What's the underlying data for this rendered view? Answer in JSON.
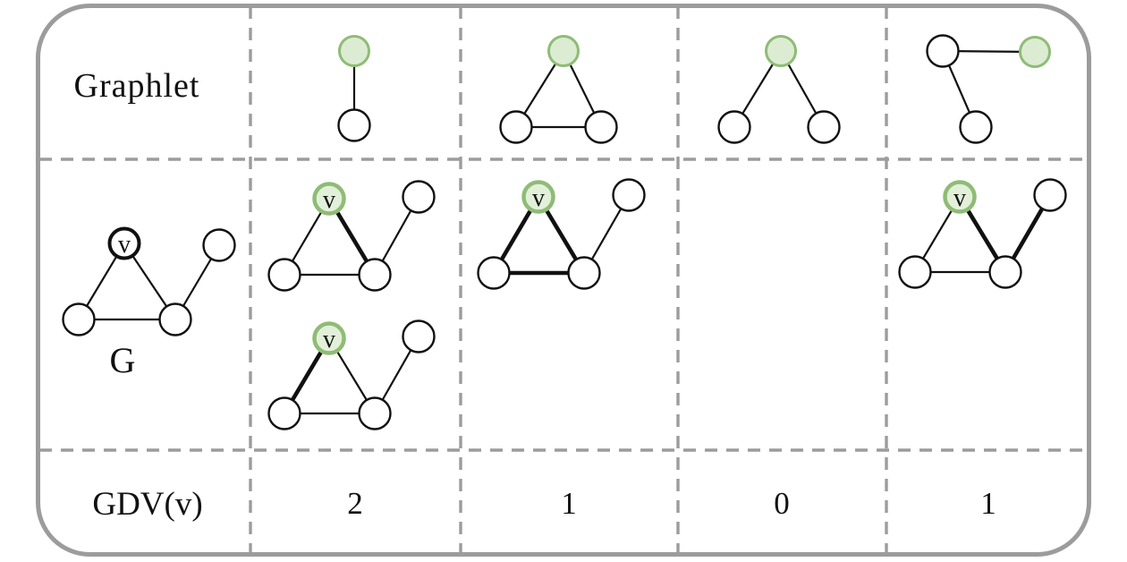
{
  "header": {
    "graphlet_label": "Graphlet"
  },
  "graph": {
    "label": "G",
    "vertex_label": "v"
  },
  "gdv": {
    "label": "GDV(v)",
    "values": [
      "2",
      "1",
      "0",
      "1"
    ]
  },
  "colors": {
    "frame_gray": "#9c9c9c",
    "graphlet_node_fill": "#dcecd3",
    "graphlet_node_stroke": "#8fbc75",
    "ink": "#111111"
  },
  "diagram_data": {
    "type": "graphlet-degree-vector-table",
    "base_graph": {
      "label": "G",
      "nodes": [
        "v",
        "bottom-left",
        "bottom-right",
        "top-right"
      ],
      "edges": [
        [
          "v",
          "bottom-left"
        ],
        [
          "v",
          "bottom-right"
        ],
        [
          "bottom-left",
          "bottom-right"
        ],
        [
          "bottom-right",
          "top-right"
        ]
      ],
      "marked_vertex": "v"
    },
    "columns": [
      {
        "graphlet": "single edge, counted node highlighted",
        "instances_shown": 2,
        "highlighted_edges": [
          [
            "v",
            "bottom-right"
          ],
          [
            "v",
            "bottom-left"
          ]
        ],
        "gdv_value": "2"
      },
      {
        "graphlet": "triangle, counted node at apex",
        "instances_shown": 1,
        "highlighted_edges": [
          [
            "v",
            "bottom-left"
          ],
          [
            "v",
            "bottom-right"
          ],
          [
            "bottom-left",
            "bottom-right"
          ]
        ],
        "gdv_value": "1"
      },
      {
        "graphlet": "path of length 2, counted node at center",
        "instances_shown": 0,
        "highlighted_edges": [],
        "gdv_value": "0"
      },
      {
        "graphlet": "path of length 2, counted node at end",
        "instances_shown": 1,
        "highlighted_edges": [
          [
            "v",
            "bottom-right"
          ],
          [
            "bottom-right",
            "top-right"
          ]
        ],
        "gdv_value": "1"
      }
    ]
  }
}
